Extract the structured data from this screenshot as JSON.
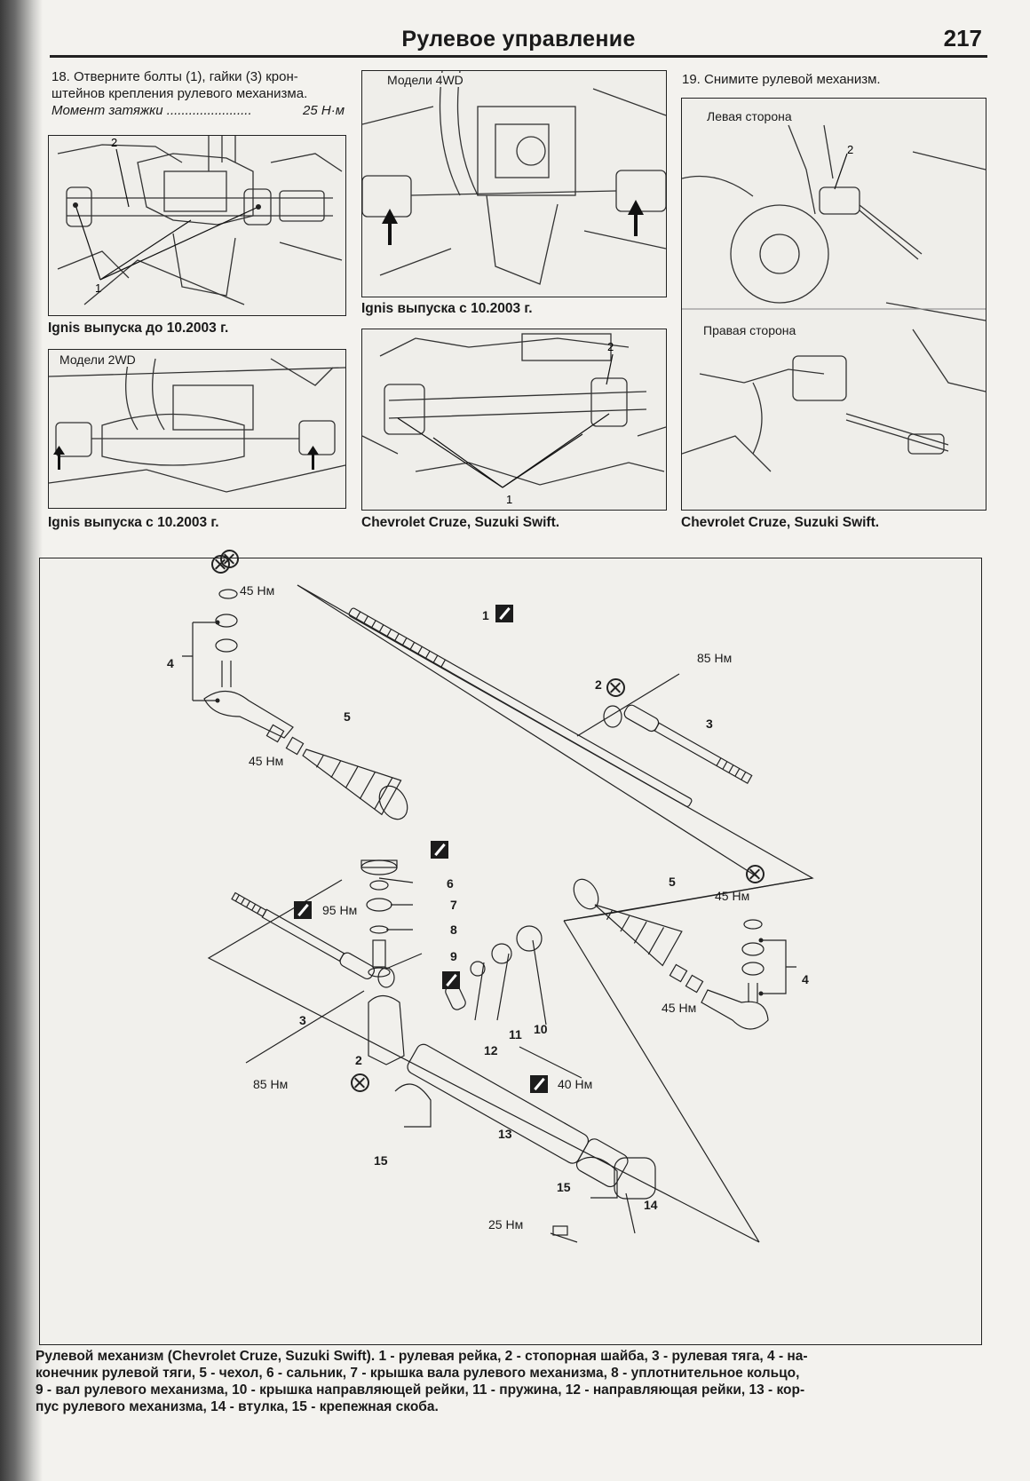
{
  "header": {
    "title": "Рулевое управление",
    "page_number": "217"
  },
  "step18": {
    "line1": "18. Отверните болты (1), гайки (3) крон-",
    "line2": "штейнов крепления рулевого механизма.",
    "torque_label": "Момент затяжки .......................",
    "torque_value": "25 Н·м"
  },
  "step19": {
    "text": "19. Снимите рулевой механизм."
  },
  "panels": {
    "p1": {
      "callout_top": "2",
      "callout_bottom": "1",
      "caption": "Ignis выпуска до 10.2003 г."
    },
    "p2": {
      "tag": "Модели 2WD",
      "caption": "Ignis выпуска с 10.2003 г."
    },
    "p3": {
      "tag": "Модели 4WD",
      "caption": "Ignis выпуска с 10.2003 г."
    },
    "p4": {
      "callout_top": "2",
      "callout_bottom": "1",
      "caption": "Chevrolet Cruze, Suzuki Swift."
    },
    "p5": {
      "left_label": "Левая сторона",
      "right_label": "Правая сторона",
      "callout": "2",
      "caption": "Chevrolet Cruze, Suzuki Swift."
    }
  },
  "exploded": {
    "labels": {
      "t45a": "45 Нм",
      "t45b": "45 Нм",
      "t45c": "45 Нм",
      "t45d": "45 Нм",
      "t85a": "85 Нм",
      "t85b": "85 Нм",
      "t95": "95 Нм",
      "t40": "40 Нм",
      "t25": "25 Нм",
      "n1": "1",
      "n2a": "2",
      "n2b": "2",
      "n3a": "3",
      "n3b": "3",
      "n4a": "4",
      "n4b": "4",
      "n5a": "5",
      "n5b": "5",
      "n6": "6",
      "n7": "7",
      "n8": "8",
      "n9": "9",
      "n10": "10",
      "n11": "11",
      "n12": "12",
      "n13": "13",
      "n14": "14",
      "n15a": "15",
      "n15b": "15"
    }
  },
  "caption": {
    "line1": "Рулевой механизм (Chevrolet Cruze, Suzuki Swift). 1 - рулевая рейка, 2 - стопорная шайба, 3 - рулевая тяга, 4 - на-",
    "line2": "конечник рулевой тяги, 5 - чехол, 6 - сальник, 7 - крышка вала рулевого механизма, 8 - уплотнительное кольцо,",
    "line3": "9 - вал рулевого механизма, 10 - крышка направляющей рейки, 11 - пружина, 12 - направляющая рейки, 13 - кор-",
    "line4": "пус рулевого механизма, 14 - втулка, 15 - крепежная скоба."
  }
}
